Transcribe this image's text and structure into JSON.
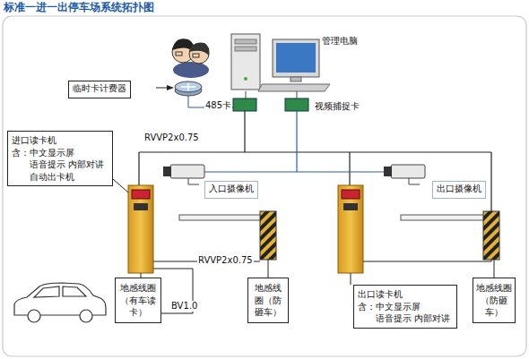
{
  "diagram": {
    "title": "标准一进一出停车场系统拓扑图",
    "nodes": [
      {
        "text": [
          "临时卡计费器"
        ]
      },
      {
        "text": [
          "进口读卡机",
          "含：中文显示屏 语音提示 内部对讲 自动出卡机"
        ]
      },
      {
        "text": [
          "入口摄像机"
        ]
      },
      {
        "text": [
          "出口摄像机"
        ]
      },
      {
        "text": [
          "地感线圈（有车读卡）"
        ]
      },
      {
        "text": [
          "地感线圈（防砸车）"
        ]
      },
      {
        "text": [
          "出口读卡机",
          "含：中文显示屏 语音提示 内部对讲"
        ]
      },
      {
        "text": [
          "地感线圈（防砸车）"
        ]
      }
    ],
    "labels": [
      "管理电脑",
      "485卡",
      "视频捕捉卡",
      "RVVP2x0.75",
      "RVVP2x0.75",
      "BV1.0"
    ]
  }
}
